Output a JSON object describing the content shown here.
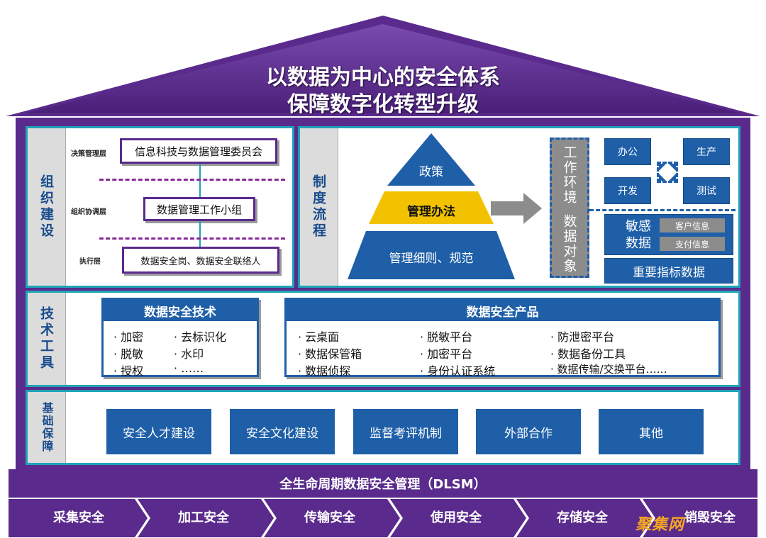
{
  "title": {
    "line1": "以数据为中心的安全体系",
    "line2": "保障数字化转型升级"
  },
  "org": {
    "label": "组织建设",
    "levels": [
      {
        "tier": "决策管理层",
        "name": "信息科技与数据管理委员会"
      },
      {
        "tier": "组织协调层",
        "name": "数据管理工作小组"
      },
      {
        "tier": "执行层",
        "name": "数据安全岗、数据安全联络人"
      }
    ]
  },
  "system": {
    "label": "制度流程",
    "pyramid": {
      "top": "政策",
      "middle": "管理办法",
      "bottom": "管理细则、规范"
    },
    "work_env_label": "工作环境",
    "data_obj_label": "数据对象",
    "env_items": [
      "办公",
      "生产",
      "开发",
      "测试"
    ],
    "sensitive_label": "敏感数据",
    "sensitive_items": [
      "客户信息",
      "支付信息"
    ],
    "key_data": "重要指标数据"
  },
  "tech": {
    "label": "技术工具",
    "tech_header": "数据安全技术",
    "tech_items": [
      "加密",
      "去标识化",
      "脱敏",
      "水印",
      "授权",
      "……"
    ],
    "product_header": "数据安全产品",
    "product_items": [
      "云桌面",
      "数据保管箱",
      "数据侦探",
      "脱敏平台",
      "加密平台",
      "身份认证系统",
      "防泄密平台",
      "数据备份工具",
      "数据传输/交换平台……"
    ]
  },
  "foundation": {
    "label": "基础保障",
    "items": [
      "安全人才建设",
      "安全文化建设",
      "监督考评机制",
      "外部合作",
      "其他"
    ]
  },
  "dlsm": "全生命周期数据安全管理（DLSM）",
  "stages": [
    "采集安全",
    "加工安全",
    "传输安全",
    "使用安全",
    "存储安全",
    "销毁安全"
  ],
  "watermark": "聚集网",
  "colors": {
    "purple": "#5a2a8c",
    "blue": "#1e5fa8",
    "teal": "#1fa3b8",
    "gray": "#8c8c8c",
    "yellow": "#f2c200"
  }
}
